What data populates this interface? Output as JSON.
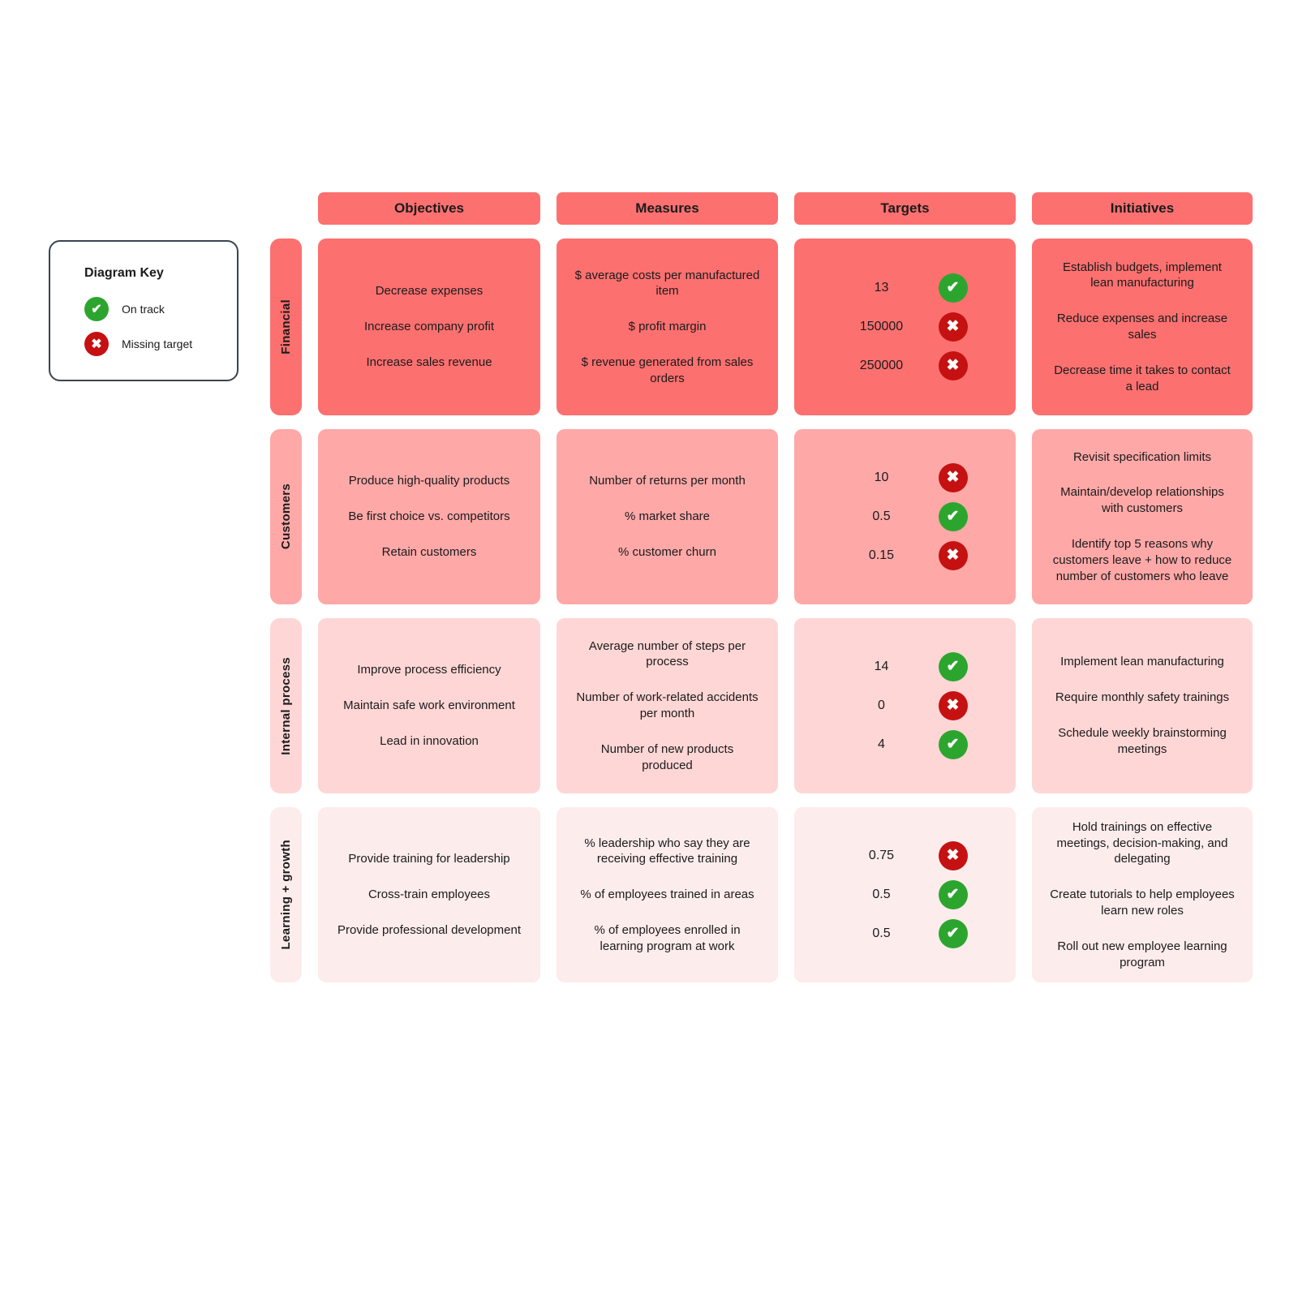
{
  "key": {
    "title": "Diagram Key",
    "items": [
      {
        "label": "On track",
        "status": "on-track",
        "icon": "check-icon"
      },
      {
        "label": "Missing target",
        "status": "missing-target",
        "icon": "x-icon"
      }
    ]
  },
  "columns": [
    "Objectives",
    "Measures",
    "Targets",
    "Initiatives"
  ],
  "palette": {
    "header": "#fc7070",
    "row_financial": "#fc7070",
    "row_customers": "#ffa8a8",
    "row_internal_process": "#ffd6d6",
    "row_learning_growth": "#fdecec",
    "on_track_green": "#2ca52e",
    "missing_target_red": "#c51111",
    "key_border": "#3b4450",
    "text": "#1b1b1b"
  },
  "rows": [
    {
      "label": "Financial",
      "objectives": [
        "Decrease expenses",
        "Increase company profit",
        "Increase sales revenue"
      ],
      "measures": [
        "$ average costs per manufactured item",
        "$ profit margin",
        "$ revenue generated from sales orders"
      ],
      "targets": [
        {
          "value": "13",
          "status": "on-track"
        },
        {
          "value": "150000",
          "status": "missing-target"
        },
        {
          "value": "250000",
          "status": "missing-target"
        }
      ],
      "initiatives": [
        "Establish budgets, implement lean manufacturing",
        "Reduce expenses and increase sales",
        "Decrease time it takes to contact a lead"
      ]
    },
    {
      "label": "Customers",
      "objectives": [
        "Produce high-quality products",
        "Be first choice vs. competitors",
        "Retain customers"
      ],
      "measures": [
        "Number of returns per month",
        "% market share",
        "% customer churn"
      ],
      "targets": [
        {
          "value": "10",
          "status": "missing-target"
        },
        {
          "value": "0.5",
          "status": "on-track"
        },
        {
          "value": "0.15",
          "status": "missing-target"
        }
      ],
      "initiatives": [
        "Revisit specification limits",
        "Maintain/develop relationships with customers",
        "Identify top 5 reasons why customers leave + how to reduce number of customers who leave"
      ]
    },
    {
      "label": "Internal process",
      "objectives": [
        "Improve process efficiency",
        "Maintain safe work environment",
        "Lead in innovation"
      ],
      "measures": [
        "Average number of steps per process",
        "Number of work-related accidents per month",
        "Number of new products produced"
      ],
      "targets": [
        {
          "value": "14",
          "status": "on-track"
        },
        {
          "value": "0",
          "status": "missing-target"
        },
        {
          "value": "4",
          "status": "on-track"
        }
      ],
      "initiatives": [
        "Implement lean manufacturing",
        "Require monthly safety trainings",
        "Schedule weekly brainstorming meetings"
      ]
    },
    {
      "label": "Learning + growth",
      "objectives": [
        "Provide training for leadership",
        "Cross-train employees",
        "Provide professional development"
      ],
      "measures": [
        "% leadership who say they are receiving effective training",
        "% of employees trained in areas",
        "% of employees enrolled in learning program at work"
      ],
      "targets": [
        {
          "value": "0.75",
          "status": "missing-target"
        },
        {
          "value": "0.5",
          "status": "on-track"
        },
        {
          "value": "0.5",
          "status": "on-track"
        }
      ],
      "initiatives": [
        "Hold trainings on effective meetings, decision-making, and delegating",
        "Create tutorials to help employees learn new roles",
        "Roll out new employee learning program"
      ]
    }
  ]
}
